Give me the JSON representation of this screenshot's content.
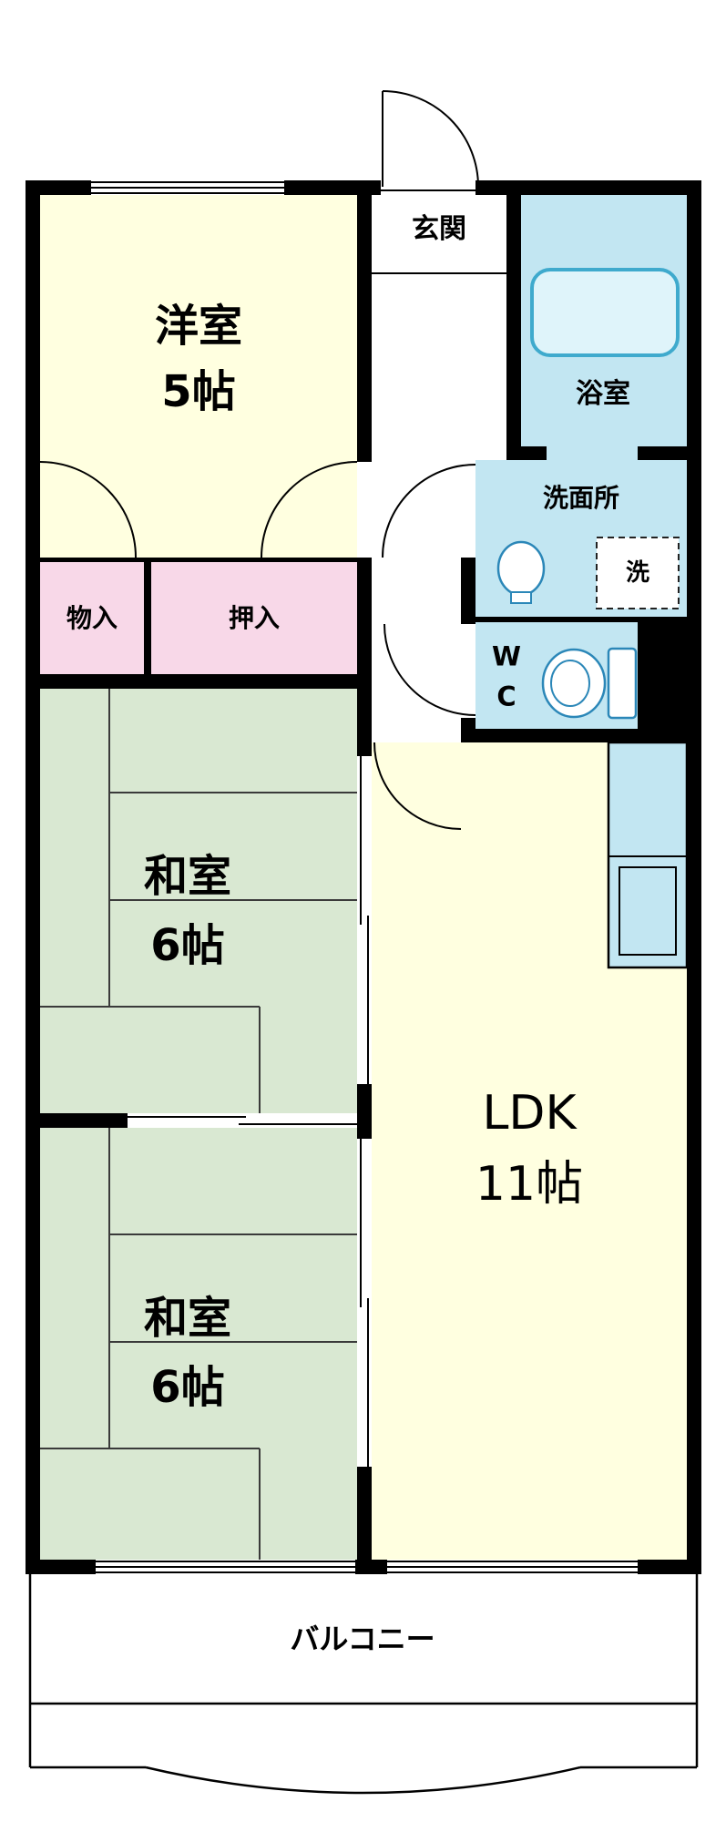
{
  "floorplan": {
    "entrance": {
      "label": "玄関"
    },
    "western_room": {
      "name": "洋室",
      "size": "5帖"
    },
    "bathroom": {
      "label": "浴室"
    },
    "washroom": {
      "label": "洗面所"
    },
    "laundry": {
      "label": "洗"
    },
    "storage": {
      "label": "物入"
    },
    "closet": {
      "label": "押入"
    },
    "toilet": {
      "line1": "W",
      "line2": "C"
    },
    "japanese_room_1": {
      "name": "和室",
      "size": "6帖"
    },
    "japanese_room_2": {
      "name": "和室",
      "size": "6帖"
    },
    "ldk": {
      "name": "LDK",
      "size": "11帖"
    },
    "balcony": {
      "label": "バルコニー"
    }
  },
  "colors": {
    "wall": "#000000",
    "western_room": "#FFFFE0",
    "japanese_room": "#D9E8D2",
    "closet": "#F8D8E8",
    "wet_area": "#C2E6F2",
    "fixture_stroke": "#3FAACD"
  }
}
